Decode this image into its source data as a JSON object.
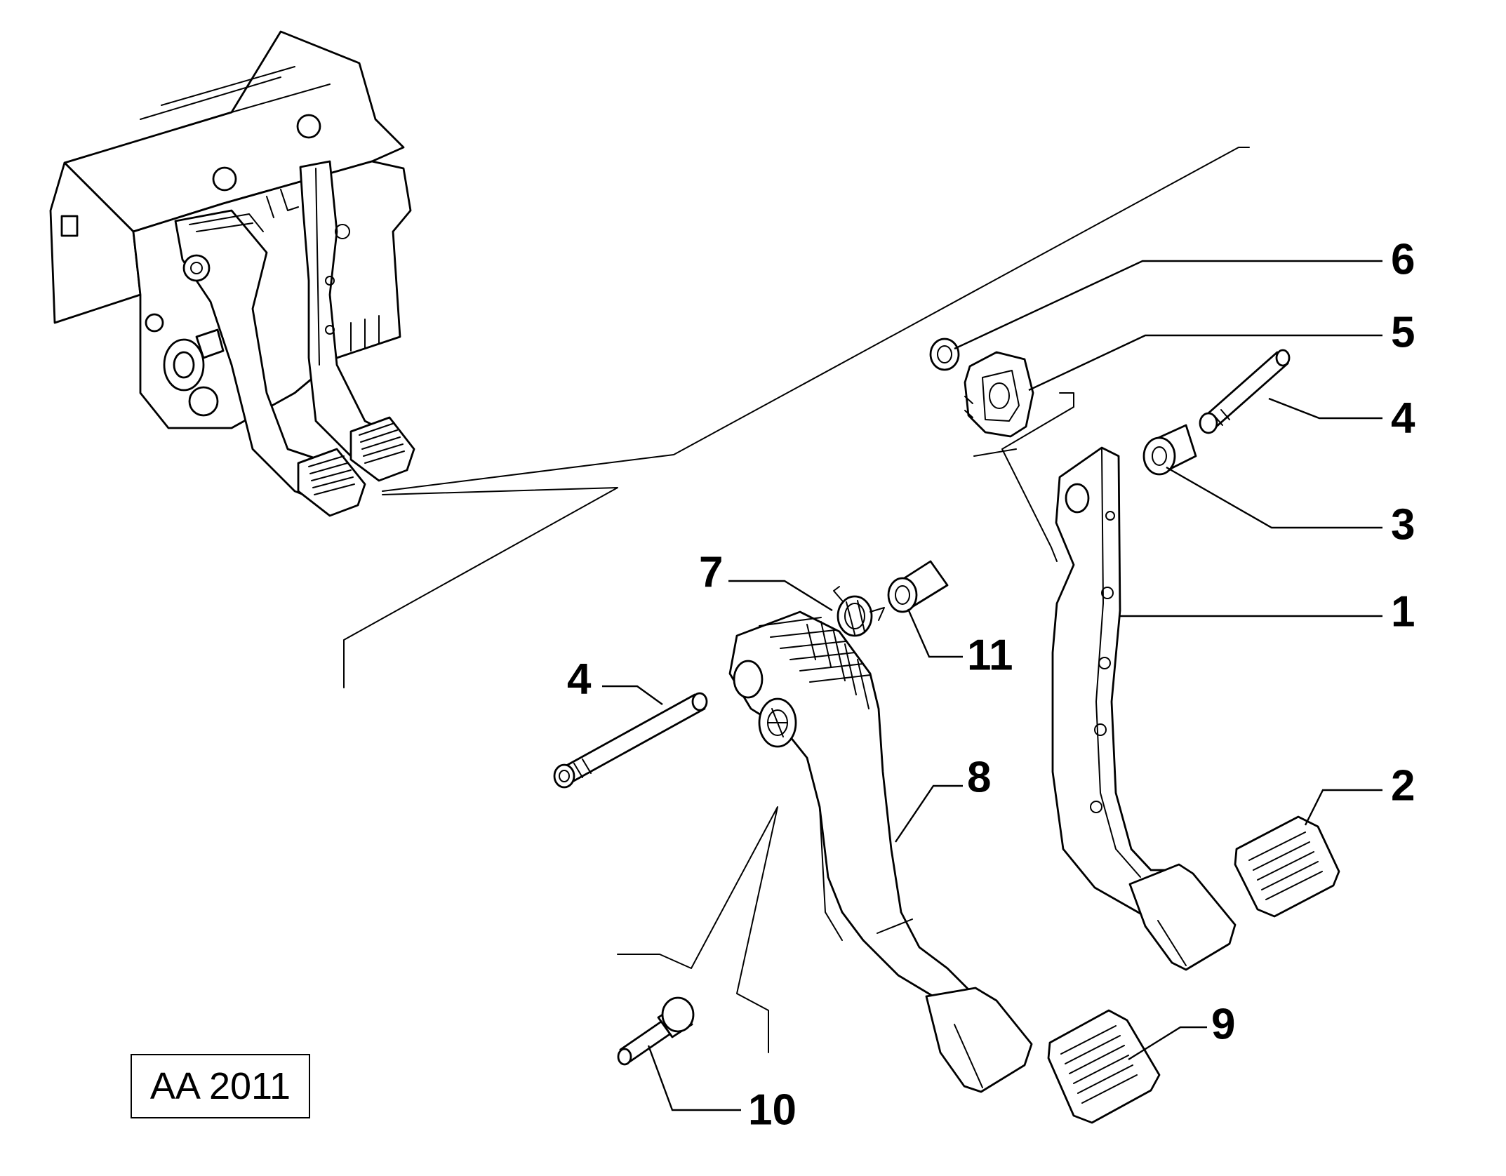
{
  "diagram_code": "AA 2011",
  "callouts": [
    {
      "id": "c6",
      "label": "6"
    },
    {
      "id": "c5",
      "label": "5"
    },
    {
      "id": "c4a",
      "label": "4"
    },
    {
      "id": "c3",
      "label": "3"
    },
    {
      "id": "c1",
      "label": "1"
    },
    {
      "id": "c2",
      "label": "2"
    },
    {
      "id": "c7",
      "label": "7"
    },
    {
      "id": "c11",
      "label": "11"
    },
    {
      "id": "c4b",
      "label": "4"
    },
    {
      "id": "c8",
      "label": "8"
    },
    {
      "id": "c9",
      "label": "9"
    },
    {
      "id": "c10",
      "label": "10"
    }
  ]
}
